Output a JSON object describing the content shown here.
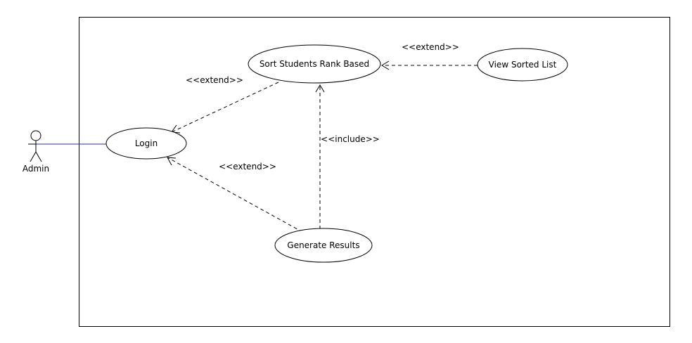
{
  "diagram": {
    "actor": {
      "name": "Admin"
    },
    "use_cases": {
      "login": "Login",
      "sort": "Sort Students Rank Based",
      "view": "View Sorted List",
      "generate": "Generate Results"
    },
    "relations": {
      "sort_to_login": "<<extend>>",
      "view_to_sort": "<<extend>>",
      "generate_to_sort": "<<include>>",
      "generate_to_login": "<<extend>>"
    },
    "colors": {
      "line": "#000000",
      "association": "#3030a0",
      "background": "#ffffff"
    }
  }
}
